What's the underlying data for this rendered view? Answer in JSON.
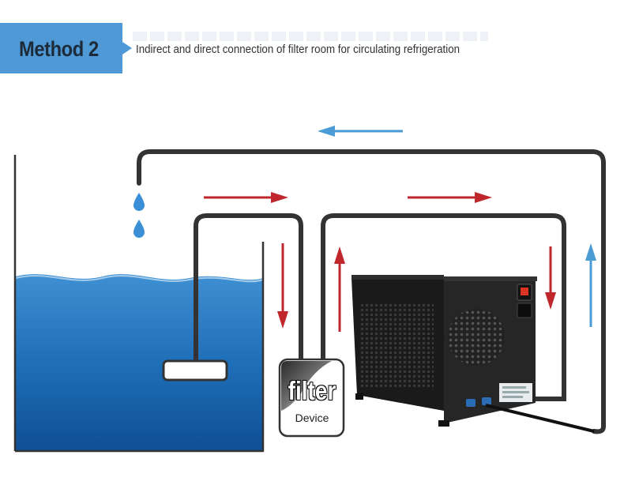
{
  "header": {
    "method_label": "Method 2",
    "subtitle": "Indirect and direct connection of filter room for circulating refrigeration"
  },
  "filter_box": {
    "title": "filter",
    "subtitle": "Device"
  },
  "colors": {
    "accent_blue": "#4f9ad6",
    "flow_red": "#c0272d",
    "flow_blue": "#4b9bd5",
    "pipe": "#333333",
    "water": "#1f6fb8"
  },
  "icons": [
    "water-drop-icon",
    "arrow-left-icon",
    "arrow-right-icon",
    "arrow-up-icon",
    "arrow-down-icon",
    "power-switch-icon"
  ]
}
